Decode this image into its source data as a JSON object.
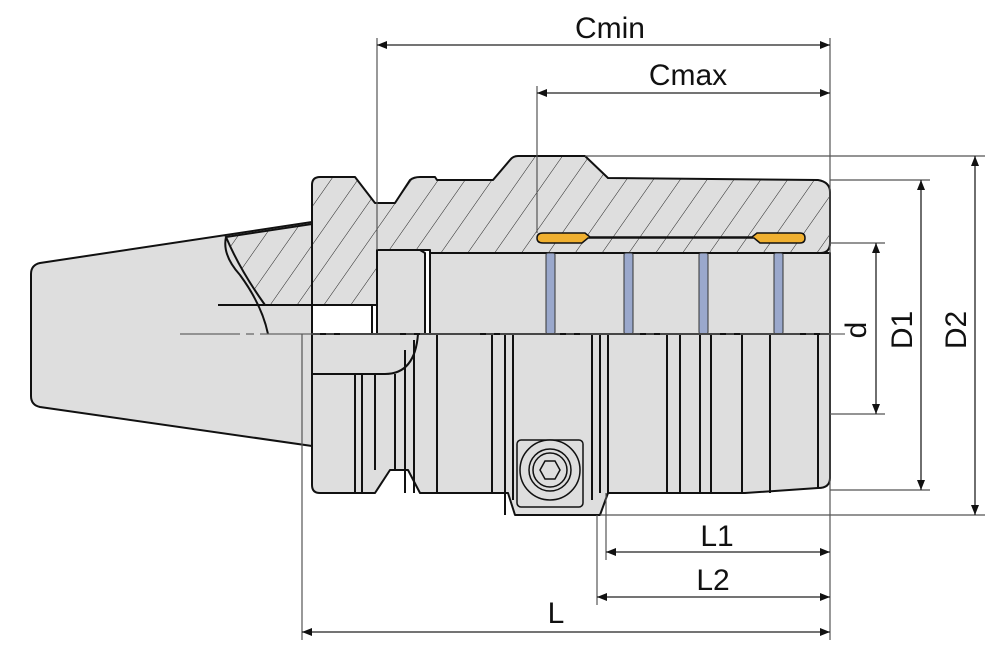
{
  "drawing": {
    "labels": {
      "cmin": "Cmin",
      "cmax": "Cmax",
      "d": "d",
      "d1": "D1",
      "d2": "D2",
      "l1": "L1",
      "l2": "L2",
      "l": "L"
    },
    "colors": {
      "body": "#dedede",
      "slot": "#f0b030",
      "pin": "#9aa8cc",
      "line": "#111111"
    }
  }
}
